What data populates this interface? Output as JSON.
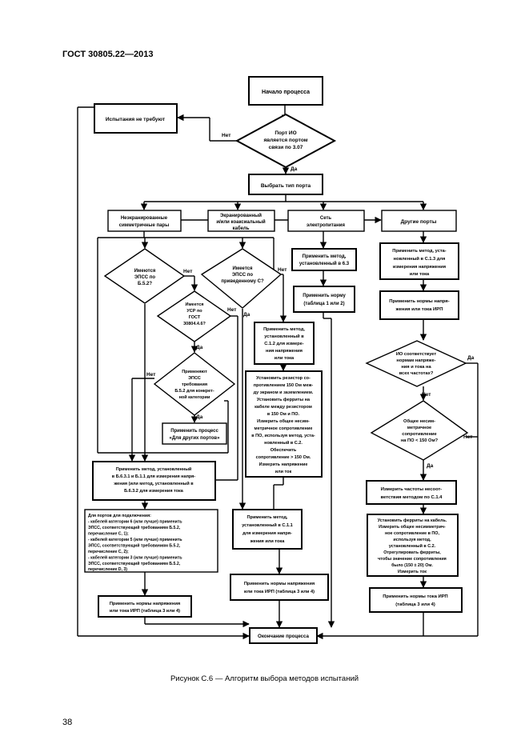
{
  "header": {
    "title": "ГОСТ 30805.22—2013"
  },
  "caption": "Рисунок С.6 — Алгоритм выбора методов испытаний",
  "page_number": "38",
  "flow": {
    "start": "Начало процесса",
    "test_not_required": "Испытания не требуют",
    "d1": [
      "Порт ИО",
      "является портом",
      "связи по 3.07"
    ],
    "no": "Нет",
    "yes": "Да",
    "select_port": "Выбрать тип порта",
    "port_sym": [
      "Неэкранированные",
      "симметричные пары"
    ],
    "port_coax": [
      "Экранированный",
      "и/или коаксиальный",
      "кабель"
    ],
    "port_power": [
      "Сеть",
      "электропитания"
    ],
    "port_other": "Другие порты",
    "d_a": [
      "Имеются",
      "ЭПСС по",
      "Б.5.2?"
    ],
    "d_b": [
      "Имеется",
      "УСР по",
      "ГОСТ",
      "30804.4.6?"
    ],
    "d_c": [
      "Применяют",
      "ЭПСС",
      "требования",
      "Б.5.2 для конкрет-",
      "ной категории"
    ],
    "proc_other_ports": [
      "Применить процесс",
      "«Для других портов»"
    ],
    "b_voltage": [
      "Применить метод, установленный",
      "в Б.6.3.1 и Б.1.1 для измерения напря-",
      "жения (или метод, установленный в",
      "Б.6.3.2 для измерения тока"
    ],
    "b_ports": [
      "Для портов для подключения:",
      "- кабелей категории 6 (или лучше) применить",
      "ЭПСС, соответствующий требованиям Б.5.2,",
      "перечисление С, 1);",
      "- кабелей категории 5 (или лучше) применить",
      "ЭПСС, соответствующий требованиям Б.5.2,",
      "перечисление С, 2);",
      "- кабелей категории 3 (или лучше) применить",
      "ЭПСС, соответствующий требованиям Б.5.2,",
      "перечисление D, 3)"
    ],
    "b_norms_left": [
      "Применить нормы напряжения",
      "или тока ИРП (таблица 3 или 4)"
    ],
    "d_coax": [
      "Имеется",
      "ЭПСС по",
      "приведенному С?"
    ],
    "c_method": [
      "Применить метод,",
      "установленный в",
      "С.1.2 для измере-",
      "ния напряжения",
      "или тока"
    ],
    "c_resistor": [
      "Установить резистор со-",
      "противлением 150 Ом меж-",
      "ду экраном и заземлением.",
      "Установить ферриты на",
      "кабеле между резистором",
      "в 150 Ом и ПО.",
      "Измерить общее несим-",
      "метричное сопротивление",
      "в ПО, используя метод, уста-",
      "новленный в С.2.",
      "Обеспечить",
      "сопротивление > 150 Ом.",
      "Измерить напряжение",
      "или ток"
    ],
    "c_voltage": [
      "Применить метод,",
      "установленный в С.1.1",
      "для измерения напря-",
      "жения или тока"
    ],
    "norms_mid": [
      "Применить нормы напряжения",
      "или тока ИРП (таблица 3 или 4)"
    ],
    "p_method": [
      "Применить метод,",
      "установленный в 6.3"
    ],
    "p_norm": [
      "Применить норму",
      "(таблица 1 или 2)"
    ],
    "o_method": [
      "Применить метод, уста-",
      "новленный в С.1.3 для",
      "измерения напряжения",
      "или тока"
    ],
    "o_norm": [
      "Применить нормы напря-",
      "жения или тока ИРП"
    ],
    "d_o1": [
      "ИО соответствует",
      "нормам напряже-",
      "ния и тока на",
      "всех частотах?"
    ],
    "d_o2": [
      "Общее несим-",
      "метричное",
      "сопротивление",
      "на ПО < 150 Ом?"
    ],
    "o_measure": [
      "Измерить частоты несоот-",
      "ветствия методом по С.1.4"
    ],
    "o_ferrite": [
      "Установить ферриты на кабель.",
      "Измерить общее несимметрич-",
      "ное сопротивление в ПО,",
      "используя метод,",
      "установленный в С.2.",
      "Отрегулировать ферриты,",
      "чтобы значение сопротивления",
      "было (150 ± 20) Ом.",
      "Измерить ток"
    ],
    "o_norms": [
      "Применить нормы тока ИРП",
      "(таблица 3 или 4)"
    ],
    "end": "Окончание процесса"
  }
}
